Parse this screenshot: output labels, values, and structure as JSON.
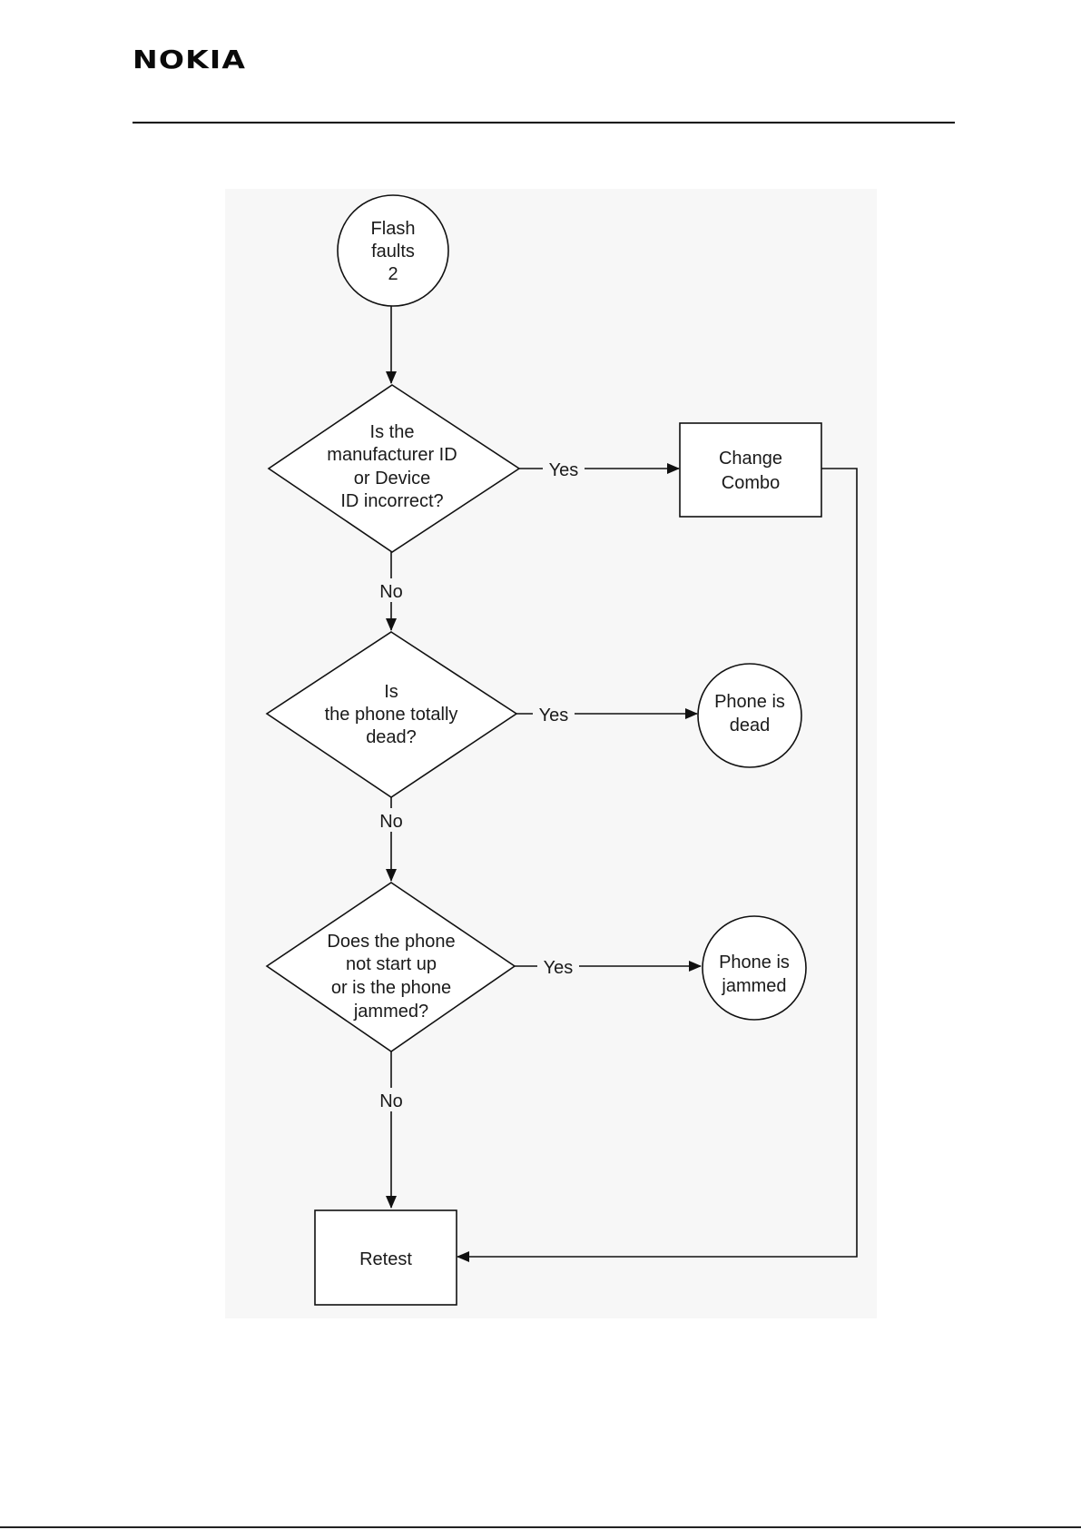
{
  "header": {
    "brand": "NOKIA"
  },
  "flowchart": {
    "start": {
      "lines": [
        "Flash",
        "faults",
        "2"
      ]
    },
    "decision_1": {
      "lines": [
        "Is the",
        "manufacturer ID",
        "or Device",
        "ID incorrect?"
      ]
    },
    "decision_2": {
      "lines": [
        "Is",
        "the phone totally",
        "dead?"
      ]
    },
    "decision_3": {
      "lines": [
        "Does the phone",
        "not start up",
        "or is the phone",
        "jammed?"
      ]
    },
    "change_combo": {
      "lines": [
        "Change",
        "Combo"
      ]
    },
    "phone_dead": {
      "lines": [
        "Phone is",
        "dead"
      ]
    },
    "phone_jammed": {
      "lines": [
        "Phone is",
        "jammed"
      ]
    },
    "retest": {
      "label": "Retest"
    },
    "edge_labels": {
      "d1_yes": "Yes",
      "d1_no": "No",
      "d2_yes": "Yes",
      "d2_no": "No",
      "d3_yes": "Yes",
      "d3_no": "No"
    }
  }
}
